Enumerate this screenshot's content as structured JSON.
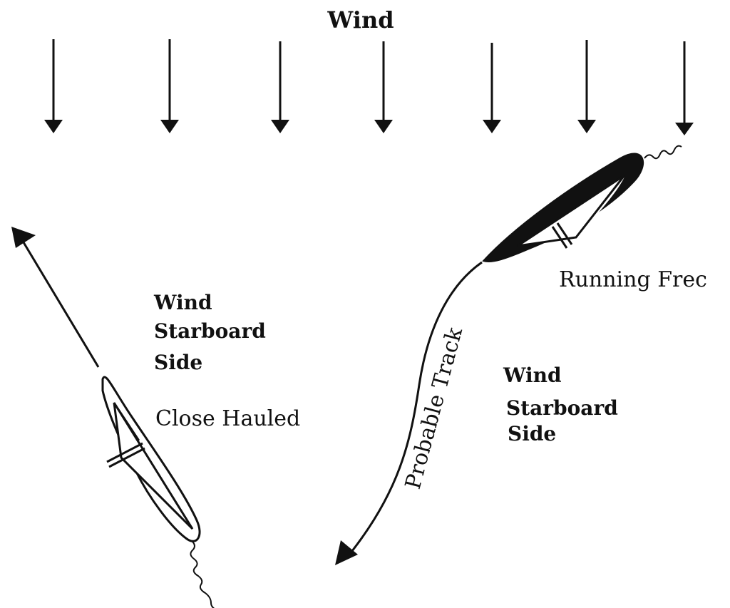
{
  "labels": {
    "wind_title": "Wind",
    "left_wind_line1": "Wind",
    "left_wind_line2": "Starboard",
    "left_wind_line3": "Side",
    "close_hauled": "Close Hauled",
    "running_free": "Running Frec",
    "right_wind_line1": "Wind",
    "right_wind_line2": "Starboard",
    "right_wind_line3": "Side",
    "probable_track": "Probable Track"
  },
  "wind_arrow_count": 7,
  "colors": {
    "ink": "#111111",
    "background": "#ffffff"
  }
}
